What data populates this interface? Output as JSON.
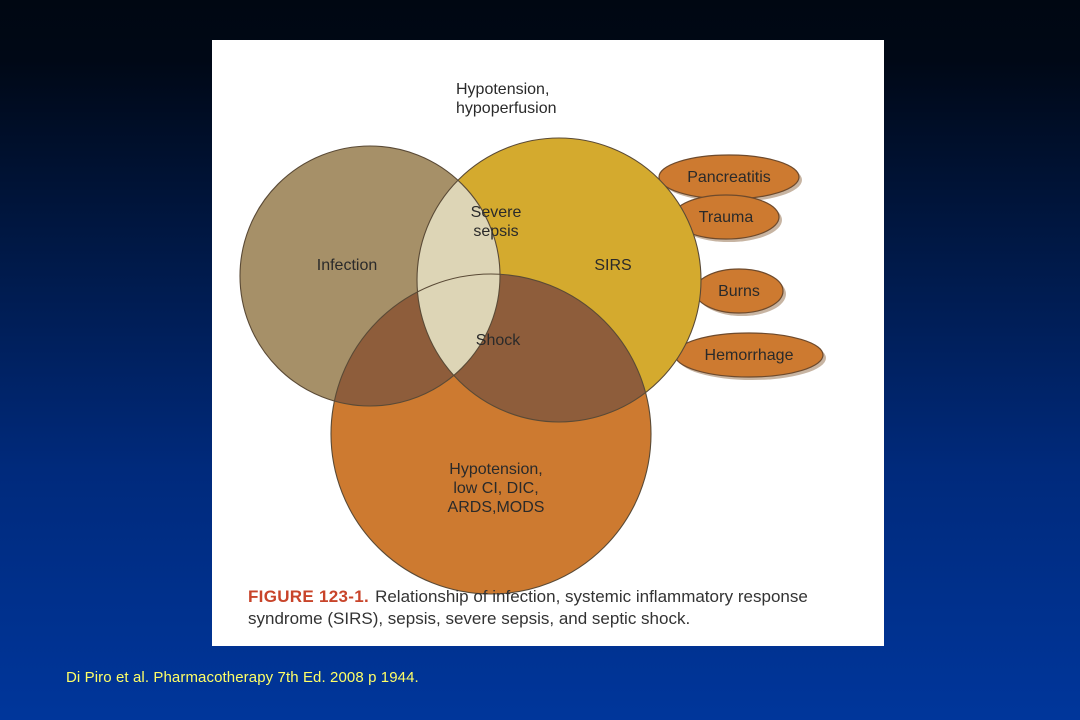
{
  "diagram": {
    "top_label": [
      "Hypotension,",
      "hypoperfusion"
    ],
    "circles": {
      "infection": "Infection",
      "sirs": "SIRS",
      "bottom": [
        "Hypotension,",
        "low CI, DIC,",
        "ARDS,MODS"
      ]
    },
    "overlaps": {
      "severe_sepsis": [
        "Severe",
        "sepsis"
      ],
      "shock": "Shock"
    },
    "causes": [
      "Pancreatitis",
      "Trauma",
      "Burns",
      "Hemorrhage"
    ],
    "colors": {
      "infection": "#a69068",
      "sirs": "#d4aa2e",
      "bottom": "#cd7a30",
      "overlap_brown": "#8e5d3b",
      "center": "#ddd5b6",
      "cause_pill": "#cd7a30"
    }
  },
  "caption": {
    "figure_number": "FIGURE 123-1.",
    "text": "Relationship of infection, systemic inflammatory response syndrome (SIRS), sepsis, severe sepsis, and septic shock."
  },
  "citation": "Di Piro et al.  Pharmacotherapy  7th Ed. 2008 p 1944."
}
